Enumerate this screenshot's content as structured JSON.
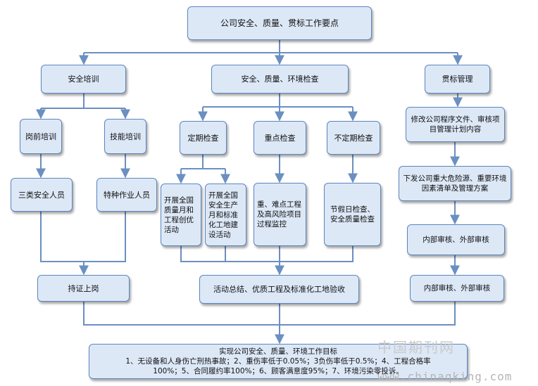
{
  "diagram": {
    "root": "公司安全、质量、贯标工作要点",
    "level1": {
      "safety_training": "安全培训",
      "inspection": "安全、质量、环境检查",
      "standard_management": "贯标管理"
    },
    "training": {
      "pre_job": "岗前培训",
      "skill": "技能培训",
      "pre_job_target": "三类安全人员",
      "skill_target": "特种作业人员",
      "certificate": "持证上岗"
    },
    "inspection_branch": {
      "regular": "定期检查",
      "key": "重点检查",
      "irregular": "不定期检查",
      "regular_a": "开展全国质量月和工程创优活动",
      "regular_b": "开展全国安全生产月和标准化工地建设活动",
      "key_detail": "重、难点工程及高风险项目过程监控",
      "irregular_detail": "节假日检查、安全质量检查",
      "summary": "活动总结、优质工程及标准化工地验收"
    },
    "standard_branch": {
      "step1": "修改公司程序文件、审核项目管理计划内容",
      "step2": "下发公司重大危险源、重要环境因素清单及管理方案",
      "step3": "内部审核、外部审核",
      "step4": "内部审核、外部审核"
    },
    "goal": {
      "title": "实现公司安全、质量、环境工作目标",
      "line1": "1、无设备和人身伤亡刑热事故；2、重伤率低于0.05%；3负伤率低于0.5%；4、工程合格率",
      "line2": "100%；5、合同履约率100%；6、顾客满意度95%；7、环境污染零投诉。"
    }
  },
  "watermark": {
    "cn": "中国期刊网",
    "url": "www.chinaqking.com"
  },
  "colors": {
    "box_fill": "#dde8f7",
    "box_border": "#5b86be",
    "connector": "#6b8fc1"
  }
}
